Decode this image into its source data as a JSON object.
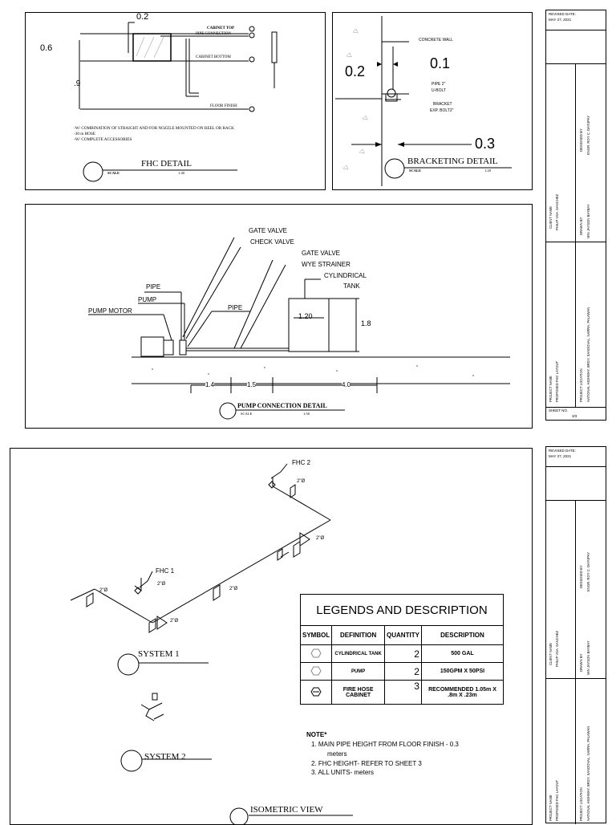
{
  "fhc_detail": {
    "title": "FHC DETAIL",
    "scale_label": "SCALE",
    "scale_value": "1:40",
    "dim_top": "0.2",
    "dim_left": "0.6",
    "dim_height": ".9",
    "labels": {
      "cabinet_top": "CABINET TOP",
      "pipe_connection": "PIPE CONNECTION",
      "cabinet_bottom": "CABINET BOTTOM",
      "floor_finish": "FLOOR FINISH"
    },
    "notes": [
      "-W/ COMBINATION OF STRAIGHT AND FOR NOZZLE MOUNTED ON  REEL OR RACK",
      "-30 m HOSE",
      "-W/ COMPLETE ACCESSORIES"
    ]
  },
  "bracketing_detail": {
    "title": "BRACKETING DETAIL",
    "scale_label": "SCALE",
    "scale_value": "1:20",
    "dim_left": "0.2",
    "dim_right": "0.1",
    "dim_bottom": "0.3",
    "labels": {
      "concrete_wall": "CONCRETE WALL",
      "pipe": "PIPE 2\"",
      "u_bolt": "U-BOLT",
      "bracket": "BRACKET",
      "exp_bolt": "EXP. BOLT2\""
    }
  },
  "pump_detail": {
    "title": "PUMP CONNECTION DETAIL",
    "scale_label": "SCALE",
    "scale_value": "1:50",
    "labels": {
      "gate_valve_1": "GATE VALVE",
      "check_valve": "CHECK VALVE",
      "gate_valve_2": "GATE VALVE",
      "wye_strainer": "WYE STRAINER",
      "cylindrical_tank_1": "CYLINDRICAL",
      "cylindrical_tank_2": "TANK",
      "pipe_left": "PIPE",
      "pump": "PUMP",
      "pump_motor": "PUMP MOTOR",
      "pipe_mid": "PIPE"
    },
    "dims": {
      "tank_width": "1.20",
      "tank_height": "1.8",
      "d1": "1.4",
      "d2": "1.5",
      "d3": "4.0"
    }
  },
  "isometric": {
    "title": "ISOMETRIC VIEW",
    "system1_title": "SYSTEM 1",
    "system2_title": "SYSTEM 2",
    "fhc1": "FHC 1",
    "fhc2": "FHC 2",
    "pipe_size": "2\"Ø"
  },
  "legend": {
    "title": "LEGENDS AND DESCRIPTION",
    "headers": [
      "SYMBOL",
      "DEFINITION",
      "QUANTITY",
      "DESCRIPTION"
    ],
    "rows": [
      {
        "definition": "CYLINDRICAL TANK",
        "quantity": "2",
        "description": "500 GAL"
      },
      {
        "definition": "PUMP",
        "quantity": "2",
        "description": "150GPM X 50PSI"
      },
      {
        "definition": "FIRE HOSE CABINET",
        "quantity": "3",
        "description": "RECOMMENDED 1.05m X .8m X .23m"
      }
    ]
  },
  "notes": {
    "heading": "NOTE*",
    "items": [
      "1.    MAIN PIPE HEIGHT FROM  FLOOR FINISH - 0.3",
      "meters",
      "2.    FHC HEIGHT- REFER TO SHEET 3",
      "3.    ALL UNITS- meters"
    ]
  },
  "title_block": {
    "revised_label": "REVISED DATE:",
    "revised_date": "MAY 27, 2021",
    "designed_by_label": "DESIGNED BY",
    "designed_by": "ENGR. ROY C. DAYUPAY",
    "client_label": "CLIENT NAME",
    "client": "PHILIP VSA. SANCHEZ",
    "drawn_by_label": "DRAWN BY",
    "drawn_by": "MIN JAYSON BAYBAY",
    "project_label": "PROJECT NAME",
    "project": "PROPOSED FHC LAYOUT",
    "location_label": "PROJECT LOCATION",
    "location": "NATIONAL HIGHWAY, BRGY. SANDOVAL, NARRA, PALAWAN",
    "sheet_label": "SHEET NO.",
    "sheet": "3/3"
  }
}
